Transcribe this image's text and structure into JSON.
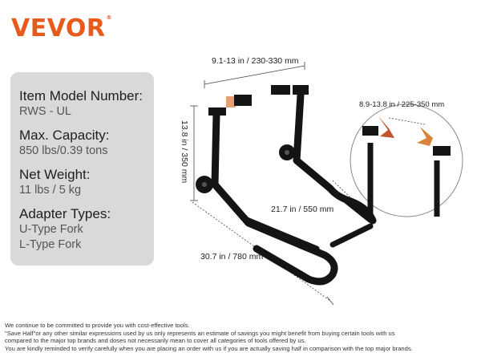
{
  "brand": {
    "name": "VEVOR",
    "reg_mark": "®"
  },
  "specs": [
    {
      "label": "Item Model Number:",
      "value": "RWS - UL"
    },
    {
      "label": "Max. Capacity:",
      "value": "850 lbs/0.39 tons"
    },
    {
      "label": "Net Weight:",
      "value": "11 lbs / 5 kg"
    },
    {
      "label": "Adapter Types:",
      "value": "U-Type Fork",
      "value2": "L-Type Fork"
    }
  ],
  "dimensions": {
    "top_width": "9.1-13 in / 230-330 mm",
    "height": "13.8 in / 350 mm",
    "inner_width": "21.7 in / 550 mm",
    "length": "30.7 in / 780 mm",
    "adapter_range": "8.9-13.8 in / 225-350 mm"
  },
  "colors": {
    "brand": "#e8591c",
    "panel": "#d9d9d9",
    "stand": "#141414",
    "adapter": "#d8823a"
  },
  "disclaimer": [
    "We continue to be committed to provide you with cost-effective tools.",
    "\"Save Half\"or any other similar expressions used by us only represents an estimate of savings you might benefit from buying certain tools with us",
    "compared to the major top brands and doses not necessarily mean to cover all categories of tools offered by us.",
    "You are kindly reminded to verify carefully when you are placing an order with us if you are actually saving half in comparison with the top major brands."
  ]
}
